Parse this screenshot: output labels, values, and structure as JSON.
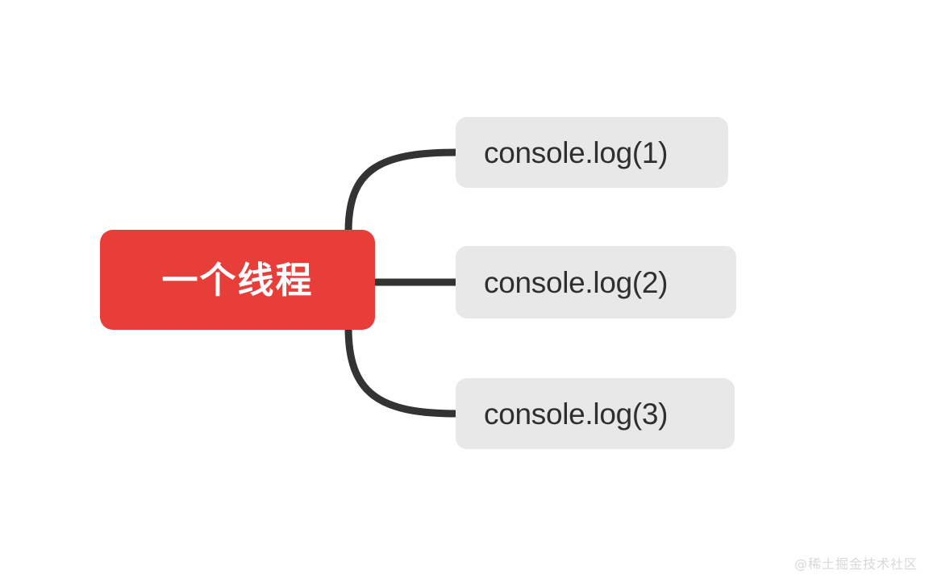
{
  "diagram": {
    "type": "mindmap",
    "background_color": "#ffffff",
    "orientation": "left-to-right",
    "root": {
      "label": "一个线程",
      "fill_color": "#e83e3a",
      "text_color": "#ffffff"
    },
    "branch_color": "#333333",
    "children": [
      {
        "label": "console.log(1)",
        "fill_color": "#e8e8e8",
        "text_color": "#2f2f2f",
        "connector": "curve-up"
      },
      {
        "label": "console.log(2)",
        "fill_color": "#e8e8e8",
        "text_color": "#2f2f2f",
        "connector": "straight"
      },
      {
        "label": "console.log(3)",
        "fill_color": "#e8e8e8",
        "text_color": "#2f2f2f",
        "connector": "curve-down"
      }
    ]
  },
  "watermark": {
    "text": "@稀土掘金技术社区",
    "color": "#d8d8d8"
  }
}
